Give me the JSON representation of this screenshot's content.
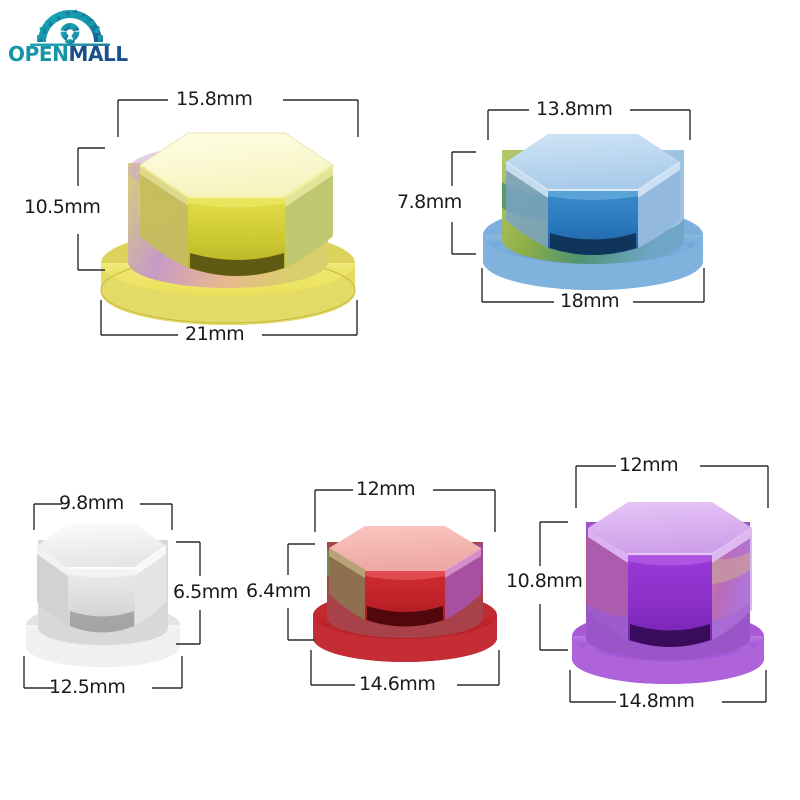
{
  "brand": {
    "name_part1": "OPEN",
    "name_part2": "MALL",
    "icon": "tire-wheel-icon",
    "color_teal": "#1596a8",
    "color_blue": "#1a4f8a"
  },
  "background_color": "#ffffff",
  "products": [
    {
      "id": "gold-nut-cover",
      "color_name": "gold-iridescent",
      "top_width": "15.8mm",
      "height": "10.5mm",
      "base_width": "21mm",
      "colors": {
        "top_face": "#fdfdd8",
        "front_face": "#cdc931",
        "right_face": "#b9c65e",
        "base": "#e9e06a",
        "accent1": "#c79ac7",
        "accent2": "#e8b48d",
        "accent3": "#a8d6c4"
      }
    },
    {
      "id": "blue-nut-cover",
      "color_name": "blue-iridescent",
      "top_width": "13.8mm",
      "height": "7.8mm",
      "base_width": "18mm",
      "colors": {
        "top_face": "#bcd8f0",
        "front_face": "#2b7cc0",
        "right_face": "#8fb4da",
        "base": "#6ba3d8",
        "accent1": "#a8b84a",
        "accent2": "#4f9470",
        "accent3": "#b9cf8e"
      }
    },
    {
      "id": "silver-nut-cover",
      "color_name": "chrome-silver",
      "top_width": "9.8mm",
      "height": "6.5mm",
      "base_width": "12.5mm",
      "colors": {
        "top_face": "#f3f3f3",
        "front_face": "#dcdcdc",
        "right_face": "#e8e8e8",
        "base": "#efefef",
        "accent1": "#c9c9c9",
        "accent2": "#b4b4b4",
        "accent3": "#d4d4d4"
      }
    },
    {
      "id": "red-nut-cover",
      "color_name": "red-iridescent",
      "top_width": "12mm",
      "height": "6.4mm",
      "base_width": "14.6mm",
      "colors": {
        "top_face": "#f5b5b0",
        "front_face": "#c2222a",
        "right_face": "#9b4aa0",
        "base": "#b52129",
        "accent1": "#5f9b4a",
        "accent2": "#b8577f",
        "accent3": "#8f7a5a"
      }
    },
    {
      "id": "purple-nut-cover",
      "color_name": "purple-iridescent",
      "top_width": "12mm",
      "height": "10.8mm",
      "base_width": "14.8mm",
      "colors": {
        "top_face": "#ddb2ee",
        "front_face": "#8a2fc8",
        "right_face": "#b07ddd",
        "base": "#a050d8",
        "accent1": "#c8705f",
        "accent2": "#d89a3f",
        "accent3": "#c2558a"
      }
    }
  ],
  "dimension_line_color": "#2a2a2a"
}
